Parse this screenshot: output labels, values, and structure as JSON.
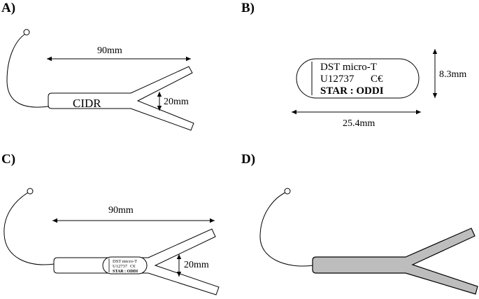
{
  "panels": {
    "a": {
      "label": "A)",
      "length": "90mm",
      "device": "CIDR",
      "arm_gap": "20mm"
    },
    "b": {
      "label": "B)",
      "tag_line1": "DST micro-T",
      "tag_serial": "U12737",
      "tag_mark": "C€",
      "tag_line3": "STAR : ODDI",
      "height": "8.3mm",
      "width": "25.4mm"
    },
    "c": {
      "label": "C)",
      "length": "90mm",
      "arm_gap": "20mm",
      "tag_line1": "DST micro-T",
      "tag_serial": "U12737",
      "tag_mark": "C€",
      "tag_line3": "STAR : ODDI"
    },
    "d": {
      "label": "D)"
    }
  }
}
